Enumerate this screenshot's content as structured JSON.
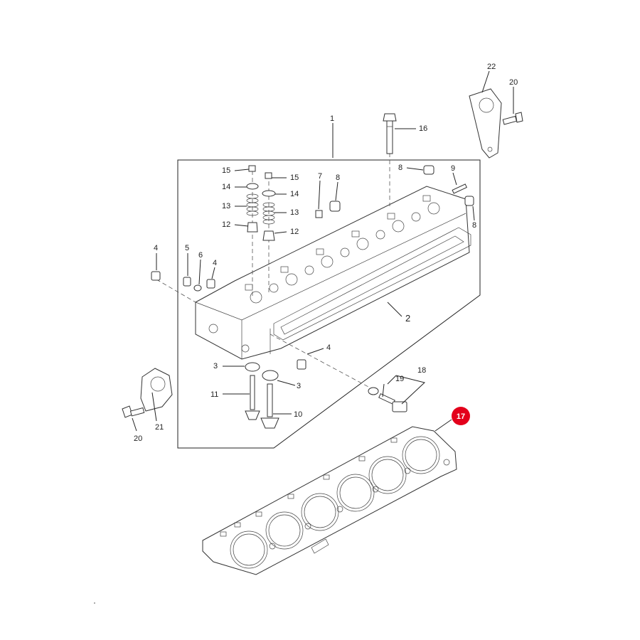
{
  "labels": {
    "l1": "1",
    "l2": "2",
    "l3a": "3",
    "l3b": "3",
    "l4a": "4",
    "l4b": "4",
    "l4c": "4",
    "l5": "5",
    "l6": "6",
    "l7": "7",
    "l8a": "8",
    "l8b": "8",
    "l8c": "8",
    "l9": "9",
    "l10": "10",
    "l11": "11",
    "l12a": "12",
    "l12b": "12",
    "l13a": "13",
    "l13b": "13",
    "l14a": "14",
    "l14b": "14",
    "l15a": "15",
    "l15b": "15",
    "l16": "16",
    "l18": "18",
    "l19": "19",
    "l20a": "20",
    "l20b": "20",
    "l21": "21",
    "l22": "22"
  },
  "highlight": {
    "label": "17",
    "color": "#e3001b"
  }
}
